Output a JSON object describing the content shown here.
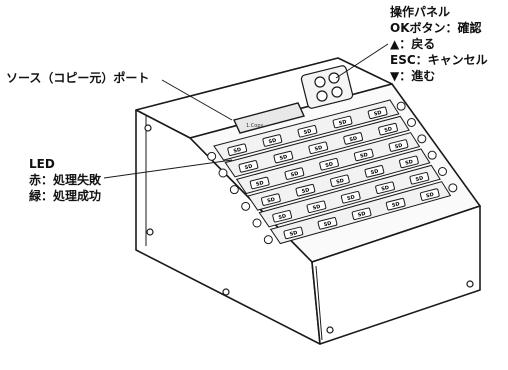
{
  "callouts": {
    "source_port": "ソース（コピー元）ポート",
    "led": {
      "title": "LED",
      "red": "赤：処理失敗",
      "green": "緑：処理成功"
    },
    "panel": {
      "title": "操作パネル",
      "ok": "OKボタン：確認",
      "up": "▲：戻る",
      "esc": "ESC：キャンセル",
      "down": "▼：進む"
    }
  },
  "device": {
    "lcd_text": "1.Copy",
    "port_rows": 6,
    "ports_per_row": 5,
    "port_label": "SD"
  }
}
